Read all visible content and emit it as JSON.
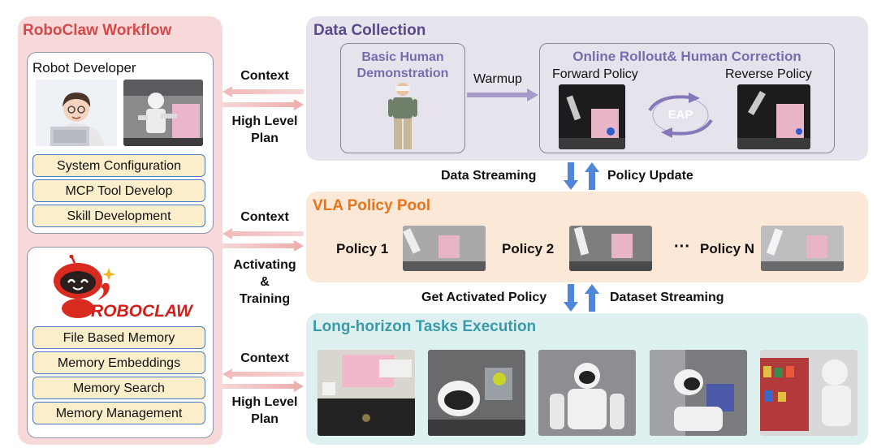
{
  "workflow": {
    "title": "RoboClaw Workflow",
    "developer_title": "Robot Developer",
    "developer_items": [
      "System Configuration",
      "MCP Tool Develop",
      "Skill Development"
    ],
    "logo_text": "ROBOCLAW",
    "memory_items": [
      "File Based Memory",
      "Memory Embeddings",
      "Memory Search",
      "Memory Management"
    ]
  },
  "connectors": {
    "top": {
      "context": "Context",
      "plan_line1": "High Level",
      "plan_line2": "Plan"
    },
    "middle": {
      "context": "Context",
      "line1": "Activating",
      "line2": "&",
      "line3": "Training"
    },
    "bottom": {
      "context": "Context",
      "plan_line1": "High Level",
      "plan_line2": "Plan"
    }
  },
  "data_collection": {
    "title": "Data Collection",
    "demo_line1": "Basic Human",
    "demo_line2": "Demonstration",
    "warmup": "Warmup",
    "online_title": "Online Rollout& Human Correction",
    "forward": "Forward Policy",
    "reverse": "Reverse Policy",
    "eap": "EAP"
  },
  "streams_top": {
    "left": "Data Streaming",
    "right": "Policy Update"
  },
  "vla": {
    "title": "VLA Policy Pool",
    "policies": [
      "Policy 1",
      "Policy 2",
      "Policy N"
    ],
    "ellipsis": "···"
  },
  "streams_bottom": {
    "left": "Get Activated Policy",
    "right": "Dataset Streaming"
  },
  "long_horizon": {
    "title": "Long-horizon Tasks Execution"
  },
  "colors": {
    "workflow_bg": "#f7d9d9",
    "workflow_title": "#d44a4a",
    "dc_title": "#5a4a8c",
    "vla_title": "#e8741e",
    "lh_title": "#3a9aa8",
    "item_fill": "#fbeecb",
    "item_border": "#4e79c4"
  }
}
